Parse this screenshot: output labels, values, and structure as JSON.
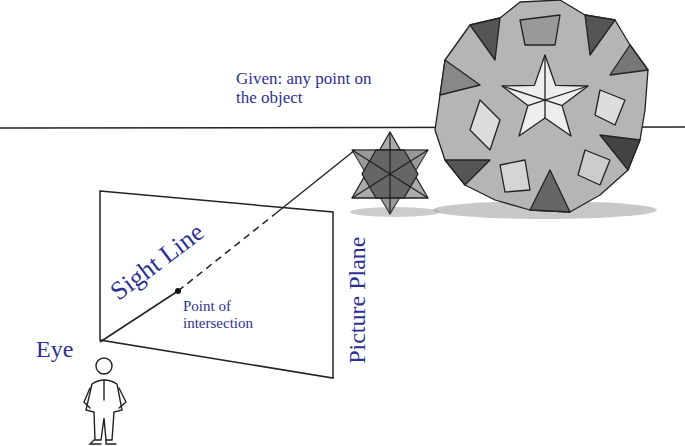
{
  "diagram": {
    "labels": [
      "Given: any point on the object",
      "Sight Line",
      "Point of intersection",
      "Eye",
      "Picture Plane"
    ]
  }
}
